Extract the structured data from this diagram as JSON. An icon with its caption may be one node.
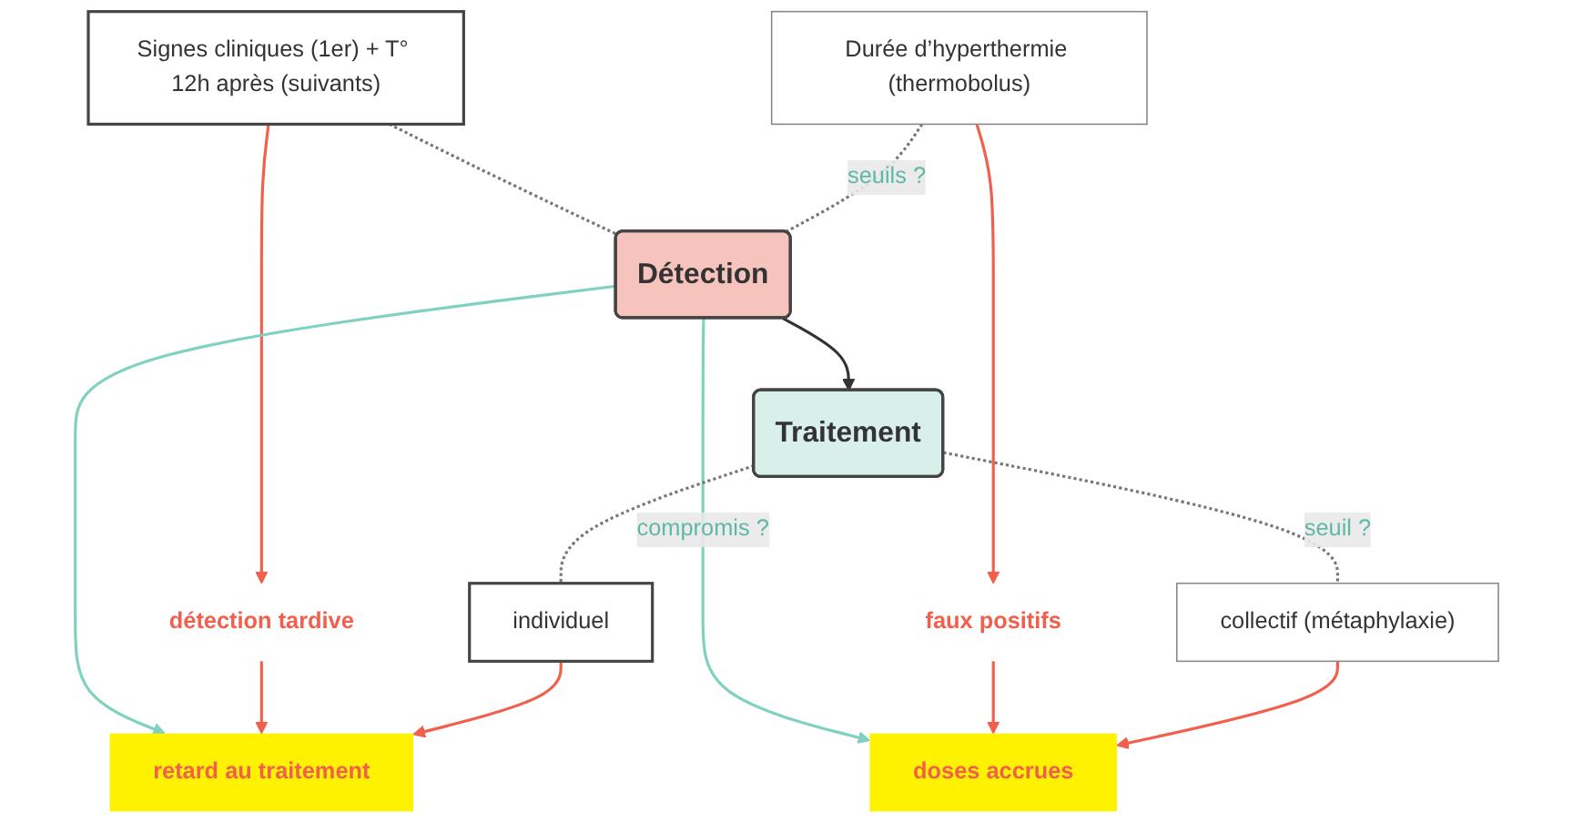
{
  "diagram": {
    "nodes": [
      {
        "text": [
          "Signes cliniques (1er) + T° 12h après (suivants)"
        ]
      },
      {
        "text": [
          "Durée d’hyperthermie (thermobolus)"
        ]
      },
      {
        "text": [
          "Détection"
        ]
      },
      {
        "text": [
          "détection tardive"
        ]
      },
      {
        "text": [
          "faux positifs"
        ]
      },
      {
        "text": [
          "retard au traitement"
        ]
      },
      {
        "text": [
          "Traitement"
        ]
      },
      {
        "text": [
          "doses accrues"
        ]
      },
      {
        "text": [
          "individuel"
        ]
      },
      {
        "text": [
          "collectif (métaphylaxie)"
        ]
      }
    ],
    "edges": [
      {
        "from": 0,
        "to": 2,
        "arrow": "none",
        "style": "dashed",
        "color": "#777777"
      },
      {
        "from": 1,
        "to": 2,
        "arrow": "none",
        "style": "dashed",
        "color": "#777777",
        "label": "seuils ?"
      },
      {
        "from": 0,
        "to": 3,
        "arrow": "to"
      },
      {
        "from": 1,
        "to": 4,
        "arrow": "to"
      },
      {
        "from": 2,
        "to": 6,
        "arrow": "to",
        "color": "#333333"
      },
      {
        "from": 2,
        "to": 5,
        "arrow": "to",
        "color": "#7fd1c0"
      },
      {
        "from": 2,
        "to": 7,
        "arrow": "to",
        "color": "#7fd1c0",
        "label": "compromis ?"
      },
      {
        "from": 3,
        "to": 5,
        "arrow": "to"
      },
      {
        "from": 4,
        "to": 7,
        "arrow": "to"
      },
      {
        "from": 6,
        "to": 8,
        "arrow": "none",
        "style": "dashed",
        "color": "#777777"
      },
      {
        "from": 6,
        "to": 9,
        "arrow": "none",
        "style": "dashed",
        "color": "#777777",
        "label": "seuil ?"
      },
      {
        "from": 8,
        "to": 5,
        "arrow": "to"
      },
      {
        "from": 9,
        "to": 7,
        "arrow": "to"
      }
    ]
  }
}
